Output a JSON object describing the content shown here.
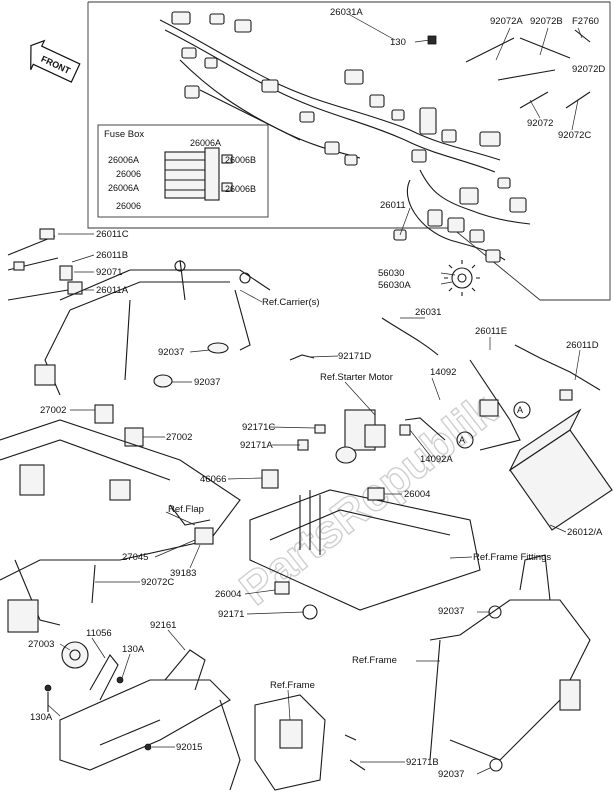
{
  "front_arrow": "FRONT",
  "fuse_box_title": "Fuse Box",
  "watermark": "PartsRepublik",
  "labels": {
    "harness_main": "26031A",
    "bolt_130_top": "130",
    "tie_92072A": "92072A",
    "tie_92072B": "92072B",
    "tie_F2760": "F2760",
    "tie_92072D": "92072D",
    "tie_92072": "92072",
    "tie_92072C_top": "92072C",
    "fuse_26006A_top": "26006A",
    "fuse_26006A_l1": "26006A",
    "fuse_26006_l1": "26006",
    "fuse_26006A_l2": "26006A",
    "fuse_26006_l2": "26006",
    "fuse_26006B_r1": "26006B",
    "fuse_26006B_r2": "26006B",
    "relay_26011": "26011",
    "grommet_56030": "56030",
    "grommet_56030A": "56030A",
    "cable_26011C": "26011C",
    "cable_26011B": "26011B",
    "clamp_92071": "92071",
    "cable_26011A": "26011A",
    "ref_carrier": "Ref.Carrier(s)",
    "harness_26031": "26031",
    "cable_26011E": "26011E",
    "cable_26011D": "26011D",
    "clamp_92037_a": "92037",
    "clamp_92171D": "92171D",
    "clamp_92037_b": "92037",
    "ref_starter": "Ref.Starter Motor",
    "cover_14092": "14092",
    "cover_14092A": "14092A",
    "relay_27002_a": "27002",
    "relay_27002_b": "27002",
    "clamp_92171C": "92171C",
    "clamp_92171A": "92171A",
    "sensor_46066": "46066",
    "conn_26004_a": "26004",
    "ref_flap": "Ref.Flap",
    "bracket_27045": "27045",
    "bracket_39183": "39183",
    "tie_92072C_bottom": "92072C",
    "ref_frame_fittings": "Ref.Frame Fittings",
    "battery_26012A": "26012/A",
    "conn_26004_b": "26004",
    "clamp_92171": "92171",
    "horn_27003": "27003",
    "bracket_11056": "11056",
    "bolt_130A_a": "130A",
    "bolt_130A_b": "130A",
    "tube_92161": "92161",
    "ref_frame_center": "Ref.Frame",
    "ref_frame_right": "Ref.Frame",
    "nut_92015": "92015",
    "clamp_92171B": "92171B",
    "clamp_92037_c": "92037",
    "clamp_92037_d": "92037"
  },
  "callout_markers": [
    "A",
    "A"
  ],
  "accent_colors": {
    "line": "#1a1a1a",
    "watermark": "#bfbfbf",
    "background": "#ffffff"
  }
}
